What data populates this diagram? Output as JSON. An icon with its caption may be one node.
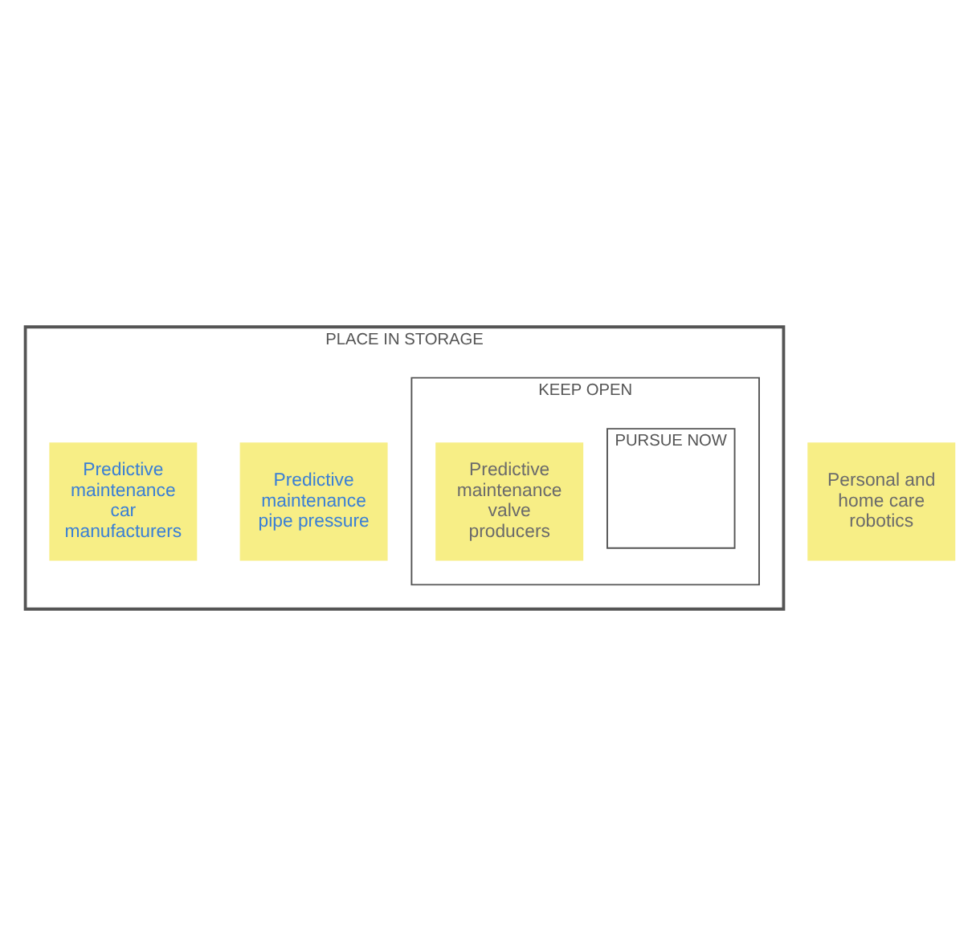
{
  "diagram": {
    "nodes": [
      {
        "text": [
          "PLACE IN STORAGE"
        ]
      },
      {
        "text": [
          "KEEP OPEN"
        ],
        "in": 0
      },
      {
        "text": [
          "PURSUE NOW"
        ],
        "in": 1
      },
      {
        "text": [
          "Personal and home care robotics"
        ]
      },
      {
        "text": [
          "Predictive maintenance pipe pressure"
        ],
        "in": 0
      },
      {
        "text": [
          "Predictive maintenance valve producers"
        ],
        "in": 1
      },
      {
        "text": [
          "Predictive maintenance car manufacturers"
        ],
        "in": 0
      }
    ],
    "edges": []
  }
}
